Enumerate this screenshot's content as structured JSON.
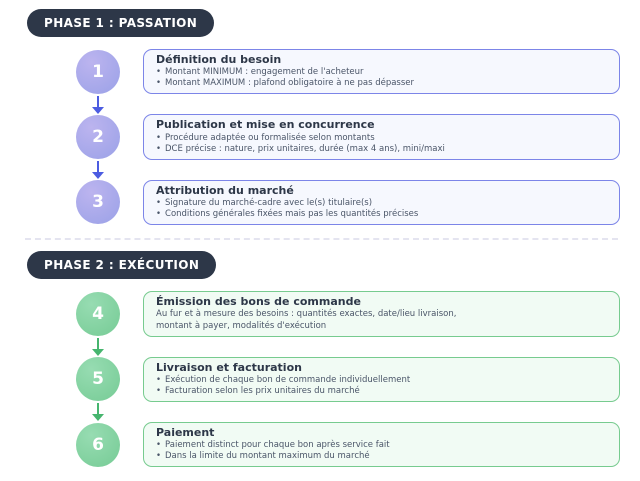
{
  "bullet_char": "•",
  "colors": {
    "pill_bg": "#2d3748",
    "pill_text": "#ffffff",
    "title_text": "#2d3748",
    "body_text": "#4a5568",
    "divider": "#e4e4f0",
    "background": "#ffffff"
  },
  "phases": [
    {
      "label": "PHASE 1 : PASSATION",
      "colors": {
        "circle_start": "#bcb4ef",
        "circle_end": "#9aa1e7",
        "arrow": "#4c5ce1",
        "card_border": "#7c85e8",
        "card_bg": "#f6f8fe"
      },
      "steps": [
        {
          "number": "1",
          "title": "Définition du besoin",
          "body": [
            {
              "bullet": true,
              "text": "Montant MINIMUM : engagement de l'acheteur"
            },
            {
              "bullet": true,
              "text": "Montant MAXIMUM : plafond obligatoire à ne pas dépasser"
            }
          ]
        },
        {
          "number": "2",
          "title": "Publication et mise en concurrence",
          "body": [
            {
              "bullet": true,
              "text": "Procédure adaptée ou formalisée selon montants"
            },
            {
              "bullet": true,
              "text": "DCE précise : nature, prix unitaires, durée (max 4 ans), mini/maxi"
            }
          ]
        },
        {
          "number": "3",
          "title": "Attribution du marché",
          "body": [
            {
              "bullet": true,
              "text": "Signature du marché-cadre avec le(s) titulaire(s)"
            },
            {
              "bullet": true,
              "text": "Conditions générales fixées mais pas les quantités précises"
            }
          ]
        }
      ]
    },
    {
      "label": "PHASE 2 : EXÉCUTION",
      "colors": {
        "circle_start": "#97dcb2",
        "circle_end": "#76cb95",
        "arrow": "#46b56e",
        "card_border": "#77cb8f",
        "card_bg": "#f1fbf4"
      },
      "steps": [
        {
          "number": "4",
          "title": "Émission des bons de commande",
          "body": [
            {
              "bullet": false,
              "text": "Au fur et à mesure des besoins : quantités exactes, date/lieu livraison,"
            },
            {
              "bullet": false,
              "text": "montant à payer, modalités d'exécution"
            }
          ]
        },
        {
          "number": "5",
          "title": "Livraison et facturation",
          "body": [
            {
              "bullet": true,
              "text": "Exécution de chaque bon de commande individuellement"
            },
            {
              "bullet": true,
              "text": "Facturation selon les prix unitaires du marché"
            }
          ]
        },
        {
          "number": "6",
          "title": "Paiement",
          "body": [
            {
              "bullet": true,
              "text": "Paiement distinct pour chaque bon après service fait"
            },
            {
              "bullet": true,
              "text": "Dans la limite du montant maximum du marché"
            }
          ]
        }
      ]
    }
  ]
}
